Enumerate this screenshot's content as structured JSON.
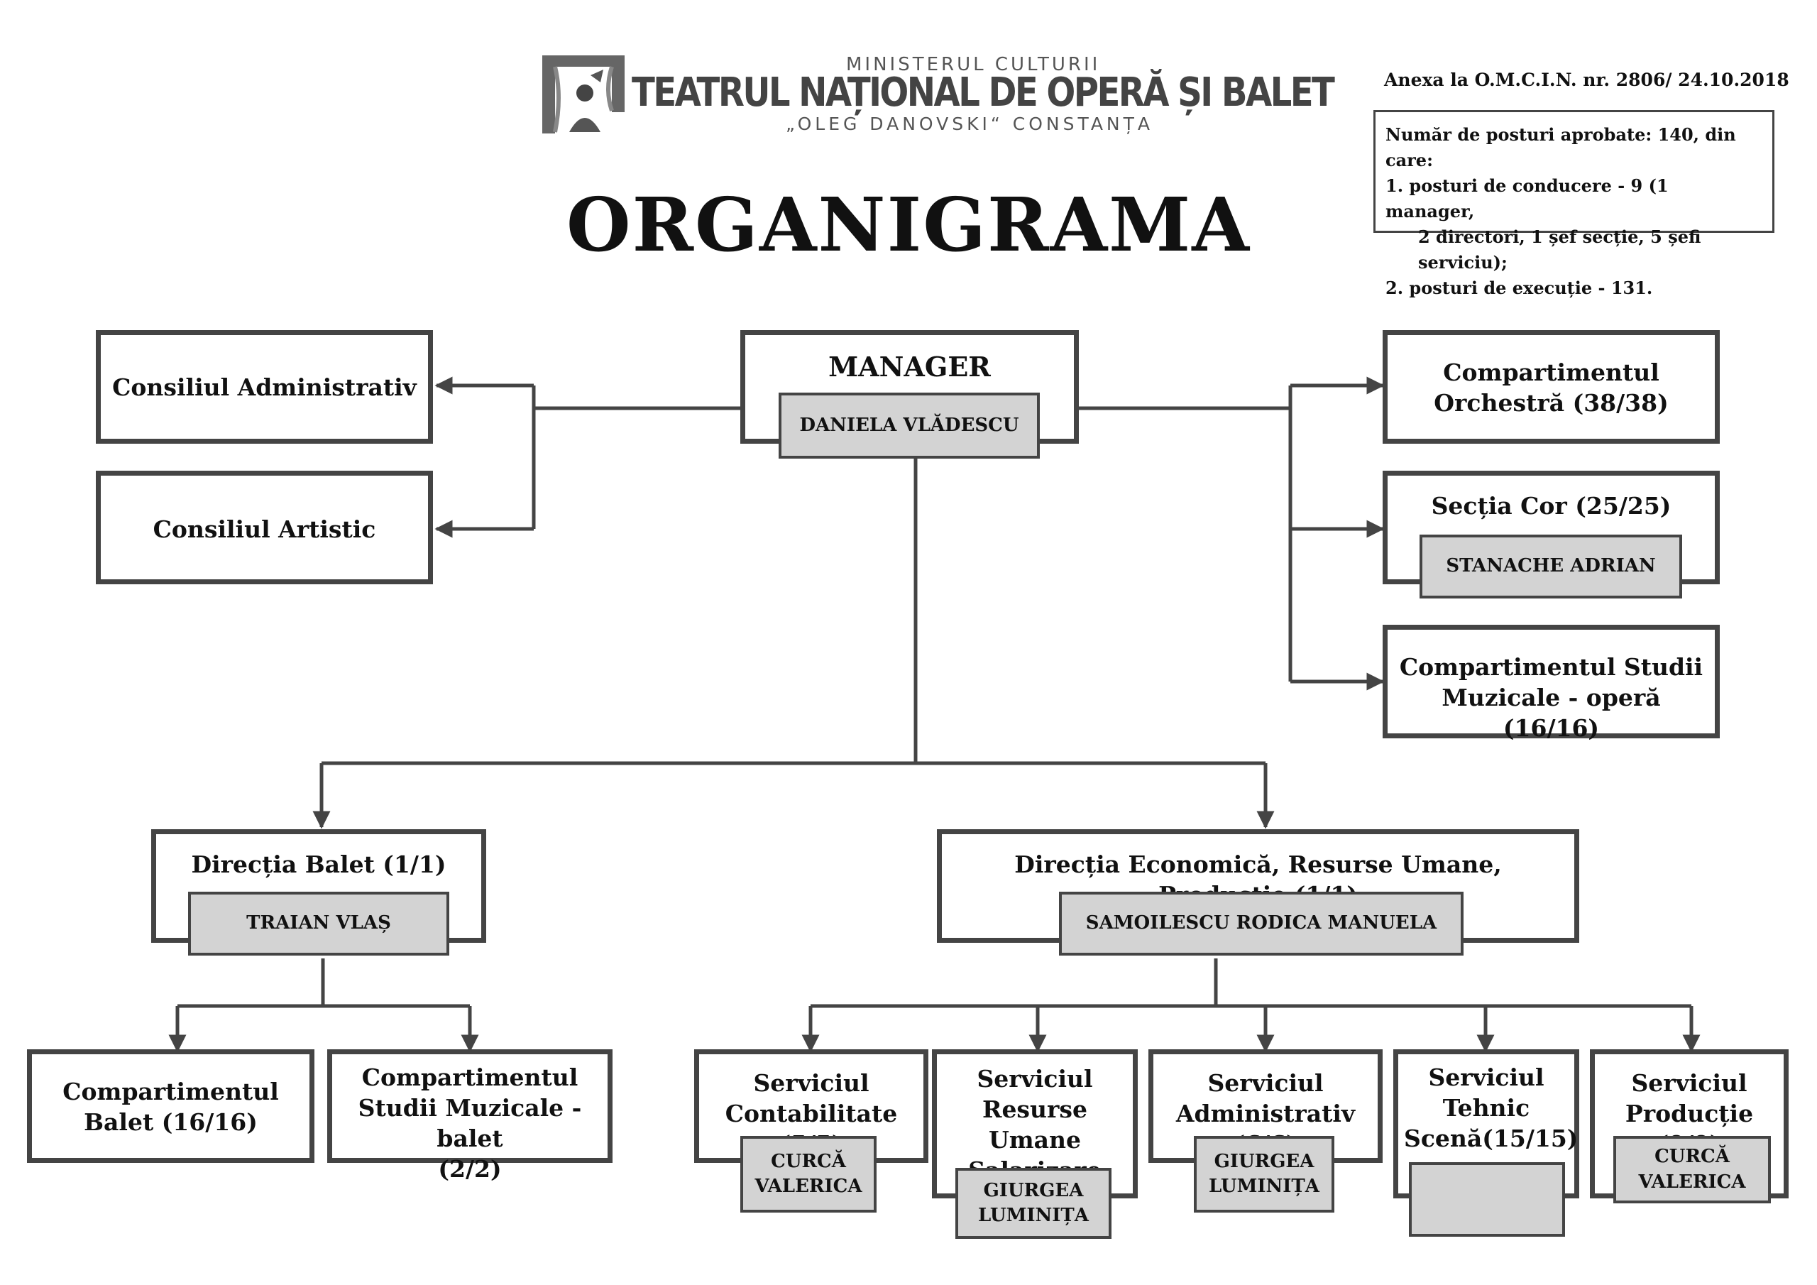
{
  "header": {
    "ministry": "MINISTERUL CULTURII",
    "theatre": "TEATRUL NAȚIONAL DE OPERĂ ȘI BALET",
    "subtitle": "„OLEG DANOVSKI“ CONSTANȚA",
    "annex": "Anexa la O.M.C.I.N. nr. 2806/ 24.10.2018",
    "posts": {
      "line1": "Număr de posturi aprobate: 140, din care:",
      "line2": "1. posturi de conducere - 9 (1 manager,",
      "line3": "2 directori, 1 șef secție, 5 șefi serviciu);",
      "line4": "2. posturi de execuție - 131."
    }
  },
  "title": "ORGANIGRAMA",
  "manager": {
    "title": "MANAGER",
    "name": "DANIELA VLĂDESCU"
  },
  "left_councils": {
    "admin": "Consiliul Administrativ",
    "artistic": "Consiliul Artistic"
  },
  "right_units": {
    "orchestra_line1": "Compartimentul",
    "orchestra_line2": "Orchestră (38/38)",
    "cor": "Secția Cor (25/25)",
    "cor_head": "STANACHE ADRIAN",
    "opera_line1": "Compartimentul Studii",
    "opera_line2": "Muzicale - operă (16/16)"
  },
  "balet": {
    "title": "Direcția Balet (1/1)",
    "head": "TRAIAN VLAȘ",
    "comp_balet_line1": "Compartimentul",
    "comp_balet_line2": "Balet (16/16)",
    "studii_line1": "Compartimentul",
    "studii_line2": "Studii Muzicale - balet",
    "studii_line3": "(2/2)"
  },
  "economica": {
    "title": "Direcția Economică, Resurse Umane, Producție (1/1)",
    "head": "SAMOILESCU RODICA MANUELA",
    "services": [
      {
        "line1": "Serviciul",
        "line2": "Contabilitate (5/5)",
        "line3": "",
        "head1": "CURCĂ",
        "head2": "VALERICA"
      },
      {
        "line1": "Serviciul",
        "line2": "Resurse Umane",
        "line3": "Salarizare (5/5)",
        "head1": "GIURGEA",
        "head2": "LUMINIȚA"
      },
      {
        "line1": "Serviciul",
        "line2": "Administrativ (6/6)",
        "line3": "",
        "head1": "GIURGEA",
        "head2": "LUMINIȚA"
      },
      {
        "line1": "Serviciul",
        "line2": "Tehnic",
        "line3": "Scenă(15/15)",
        "head1": "",
        "head2": ""
      },
      {
        "line1": "Serviciul",
        "line2": "Producție (9/9)",
        "line3": "",
        "head1": "CURCĂ",
        "head2": "VALERICA"
      }
    ]
  }
}
